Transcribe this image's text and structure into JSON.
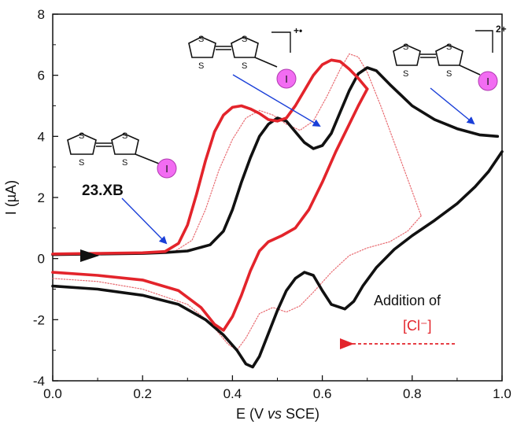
{
  "chart_data": {
    "type": "line",
    "xlabel_parts": [
      "E (V ",
      "vs",
      " SCE)"
    ],
    "ylabel": "I (µA)",
    "xlim": [
      0.0,
      1.0
    ],
    "ylim": [
      -4,
      8
    ],
    "x_ticks": [
      "0.0",
      "0.2",
      "0.4",
      "0.6",
      "0.8",
      "1.0"
    ],
    "y_ticks": [
      "-4",
      "-2",
      "0",
      "2",
      "4",
      "6",
      "8"
    ],
    "colors": {
      "initial": "#111111",
      "final": "#e3242b",
      "intermediate": "#e86a70",
      "arrow_blue": "#1a3fd8",
      "iodine": "#f26cf2"
    },
    "series": [
      {
        "role": "initial",
        "forward": [
          [
            0.0,
            0.13
          ],
          [
            0.1,
            0.15
          ],
          [
            0.2,
            0.17
          ],
          [
            0.25,
            0.2
          ],
          [
            0.3,
            0.25
          ],
          [
            0.35,
            0.45
          ],
          [
            0.38,
            0.9
          ],
          [
            0.4,
            1.6
          ],
          [
            0.42,
            2.5
          ],
          [
            0.44,
            3.3
          ],
          [
            0.46,
            4.0
          ],
          [
            0.48,
            4.4
          ],
          [
            0.5,
            4.6
          ],
          [
            0.52,
            4.5
          ],
          [
            0.54,
            4.15
          ],
          [
            0.56,
            3.8
          ],
          [
            0.58,
            3.6
          ],
          [
            0.6,
            3.7
          ],
          [
            0.62,
            4.1
          ],
          [
            0.64,
            4.8
          ],
          [
            0.66,
            5.5
          ],
          [
            0.68,
            6.05
          ],
          [
            0.7,
            6.25
          ],
          [
            0.72,
            6.15
          ],
          [
            0.75,
            5.7
          ],
          [
            0.8,
            5.0
          ],
          [
            0.85,
            4.55
          ],
          [
            0.9,
            4.25
          ],
          [
            0.95,
            4.05
          ],
          [
            0.99,
            4.0
          ]
        ],
        "reverse": [
          [
            1.0,
            3.5
          ],
          [
            0.97,
            2.85
          ],
          [
            0.94,
            2.35
          ],
          [
            0.9,
            1.8
          ],
          [
            0.85,
            1.25
          ],
          [
            0.8,
            0.75
          ],
          [
            0.76,
            0.3
          ],
          [
            0.72,
            -0.3
          ],
          [
            0.69,
            -0.9
          ],
          [
            0.67,
            -1.4
          ],
          [
            0.65,
            -1.65
          ],
          [
            0.62,
            -1.5
          ],
          [
            0.6,
            -1.05
          ],
          [
            0.58,
            -0.55
          ],
          [
            0.56,
            -0.45
          ],
          [
            0.54,
            -0.65
          ],
          [
            0.52,
            -1.05
          ],
          [
            0.5,
            -1.7
          ],
          [
            0.48,
            -2.45
          ],
          [
            0.46,
            -3.2
          ],
          [
            0.445,
            -3.55
          ],
          [
            0.43,
            -3.45
          ],
          [
            0.41,
            -3.0
          ],
          [
            0.38,
            -2.5
          ],
          [
            0.34,
            -2.0
          ],
          [
            0.28,
            -1.5
          ],
          [
            0.2,
            -1.2
          ],
          [
            0.1,
            -1.0
          ],
          [
            0.0,
            -0.9
          ]
        ]
      },
      {
        "role": "final",
        "forward": [
          [
            0.0,
            0.15
          ],
          [
            0.1,
            0.17
          ],
          [
            0.2,
            0.19
          ],
          [
            0.25,
            0.23
          ],
          [
            0.28,
            0.5
          ],
          [
            0.3,
            1.1
          ],
          [
            0.32,
            2.1
          ],
          [
            0.34,
            3.2
          ],
          [
            0.36,
            4.15
          ],
          [
            0.38,
            4.7
          ],
          [
            0.4,
            4.95
          ],
          [
            0.42,
            5.0
          ],
          [
            0.44,
            4.9
          ],
          [
            0.46,
            4.75
          ],
          [
            0.48,
            4.55
          ],
          [
            0.5,
            4.5
          ],
          [
            0.52,
            4.6
          ],
          [
            0.54,
            5.0
          ],
          [
            0.56,
            5.5
          ],
          [
            0.58,
            6.0
          ],
          [
            0.6,
            6.35
          ],
          [
            0.62,
            6.5
          ],
          [
            0.64,
            6.45
          ],
          [
            0.66,
            6.2
          ],
          [
            0.68,
            5.9
          ],
          [
            0.7,
            5.55
          ]
        ],
        "reverse": [
          [
            0.7,
            5.55
          ],
          [
            0.68,
            5.0
          ],
          [
            0.66,
            4.4
          ],
          [
            0.63,
            3.5
          ],
          [
            0.6,
            2.5
          ],
          [
            0.57,
            1.6
          ],
          [
            0.54,
            1.0
          ],
          [
            0.51,
            0.75
          ],
          [
            0.48,
            0.55
          ],
          [
            0.46,
            0.25
          ],
          [
            0.44,
            -0.4
          ],
          [
            0.42,
            -1.2
          ],
          [
            0.4,
            -1.9
          ],
          [
            0.38,
            -2.35
          ],
          [
            0.36,
            -2.15
          ],
          [
            0.33,
            -1.6
          ],
          [
            0.28,
            -1.05
          ],
          [
            0.2,
            -0.7
          ],
          [
            0.1,
            -0.55
          ],
          [
            0.0,
            -0.45
          ]
        ]
      },
      {
        "role": "intermediate",
        "forward": [
          [
            0.0,
            0.14
          ],
          [
            0.2,
            0.18
          ],
          [
            0.27,
            0.22
          ],
          [
            0.31,
            0.6
          ],
          [
            0.34,
            1.6
          ],
          [
            0.37,
            2.9
          ],
          [
            0.4,
            3.9
          ],
          [
            0.43,
            4.6
          ],
          [
            0.46,
            4.85
          ],
          [
            0.49,
            4.7
          ],
          [
            0.52,
            4.4
          ],
          [
            0.55,
            4.2
          ],
          [
            0.58,
            4.5
          ],
          [
            0.61,
            5.3
          ],
          [
            0.64,
            6.2
          ],
          [
            0.66,
            6.7
          ],
          [
            0.68,
            6.6
          ],
          [
            0.7,
            6.1
          ],
          [
            0.73,
            5.0
          ],
          [
            0.76,
            3.8
          ],
          [
            0.79,
            2.6
          ],
          [
            0.82,
            1.4
          ]
        ],
        "reverse": [
          [
            0.82,
            1.4
          ],
          [
            0.79,
            0.9
          ],
          [
            0.75,
            0.55
          ],
          [
            0.7,
            0.35
          ],
          [
            0.66,
            0.1
          ],
          [
            0.62,
            -0.45
          ],
          [
            0.58,
            -1.1
          ],
          [
            0.55,
            -1.55
          ],
          [
            0.52,
            -1.75
          ],
          [
            0.49,
            -1.6
          ],
          [
            0.46,
            -1.8
          ],
          [
            0.43,
            -2.6
          ],
          [
            0.41,
            -3.0
          ],
          [
            0.39,
            -2.8
          ],
          [
            0.35,
            -2.1
          ],
          [
            0.3,
            -1.5
          ],
          [
            0.2,
            -1.0
          ],
          [
            0.1,
            -0.75
          ],
          [
            0.0,
            -0.65
          ]
        ]
      }
    ],
    "annotations": {
      "compound_label": "23.XB",
      "radical_charge": "+•",
      "dication_charge": "2+",
      "addition_label": "Addition of",
      "chloride_label": "[Cl⁻]",
      "sulfur": "S",
      "iodine": "I"
    }
  }
}
